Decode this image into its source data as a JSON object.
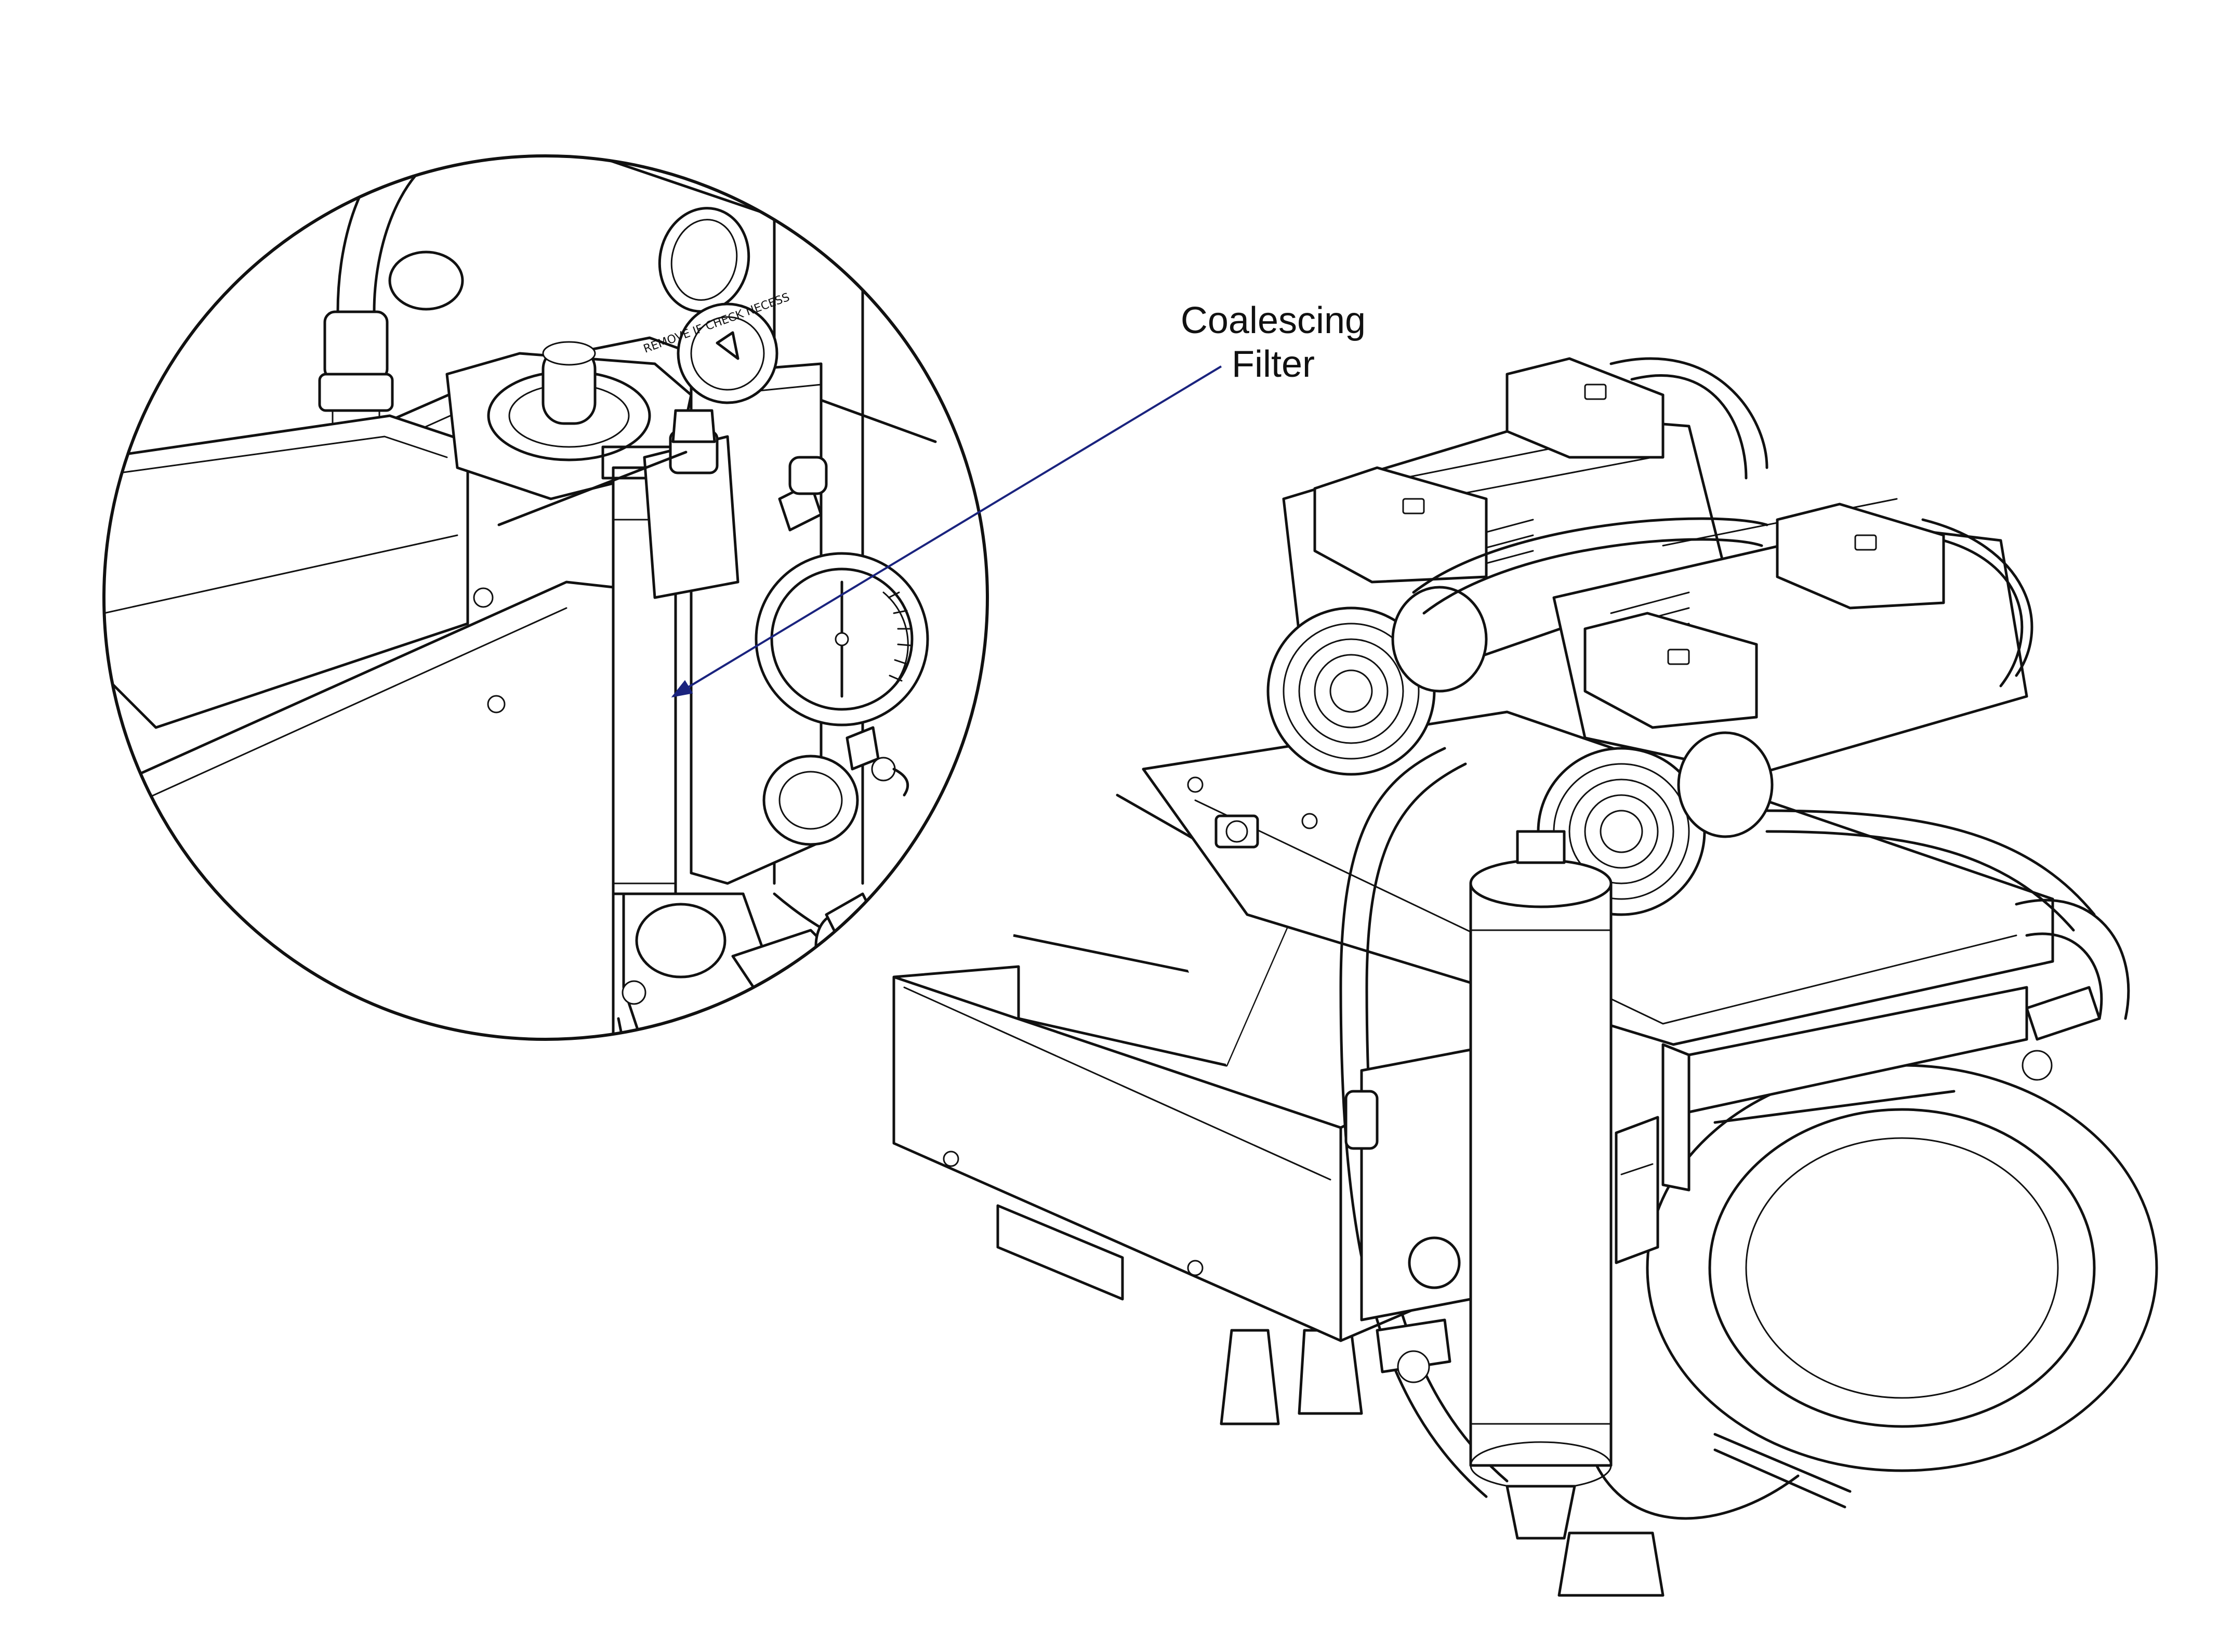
{
  "figure": {
    "callout_line1": "Coalescing",
    "callout_line2": "Filter",
    "gauge_cap_text": "REMOVE IF CHECK NECESS"
  },
  "colors": {
    "line": "#111111",
    "background": "#ffffff",
    "leader_arrow": "#1a237e"
  },
  "icons": [
    "magnifier-circle",
    "leader-arrow",
    "gauge",
    "compressor"
  ]
}
